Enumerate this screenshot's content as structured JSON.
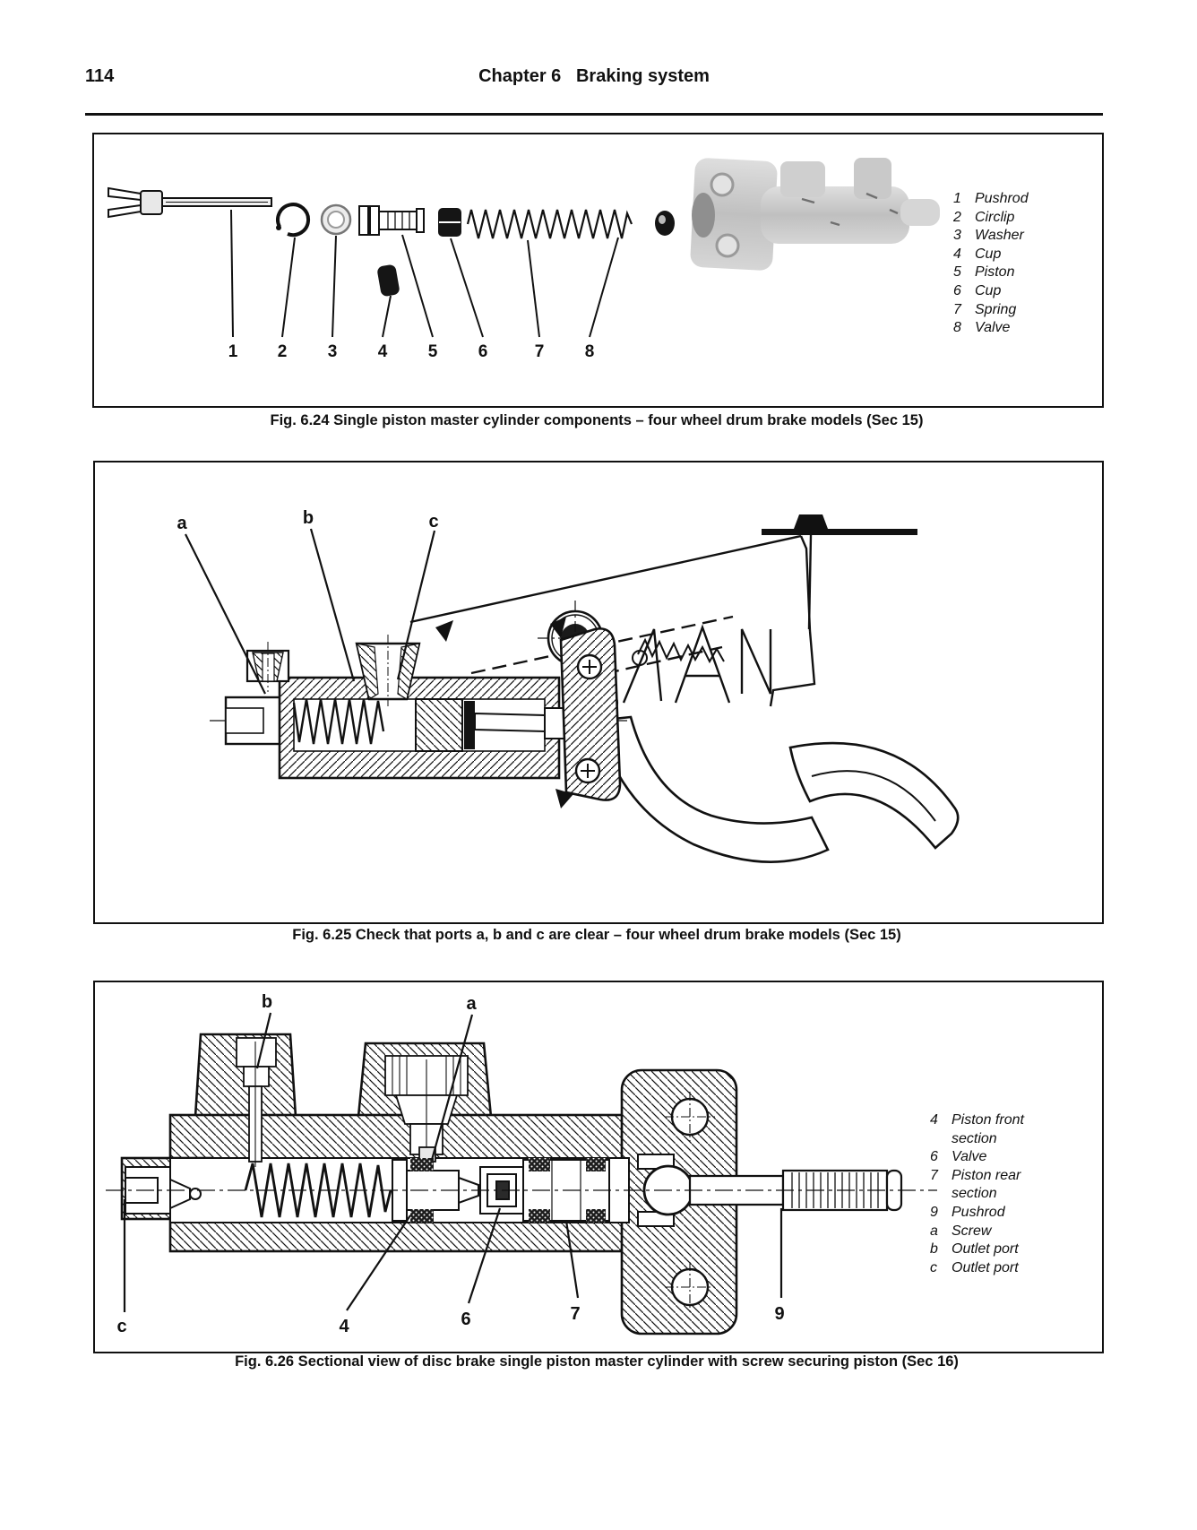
{
  "header": {
    "page_number": "114",
    "chapter_title": "Chapter 6   Braking system"
  },
  "fig_624": {
    "caption": "Fig. 6.24 Single piston master cylinder components – four wheel drum brake models (Sec 15)",
    "callouts": [
      "1",
      "2",
      "3",
      "4",
      "5",
      "6",
      "7",
      "8"
    ],
    "parts_list": [
      {
        "num": "1",
        "label": "Pushrod"
      },
      {
        "num": "2",
        "label": "Circlip"
      },
      {
        "num": "3",
        "label": "Washer"
      },
      {
        "num": "4",
        "label": "Cup"
      },
      {
        "num": "5",
        "label": "Piston"
      },
      {
        "num": "6",
        "label": "Cup"
      },
      {
        "num": "7",
        "label": "Spring"
      },
      {
        "num": "8",
        "label": "Valve"
      }
    ]
  },
  "fig_625": {
    "caption": "Fig. 6.25 Check that ports a, b and c are clear – four wheel drum brake models (Sec 15)",
    "port_labels": [
      "a",
      "b",
      "c"
    ]
  },
  "fig_626": {
    "caption": "Fig. 6.26 Sectional view of disc brake single piston master cylinder with screw securing piston (Sec 16)",
    "top_labels": [
      "b",
      "a"
    ],
    "bottom_callouts": [
      "c",
      "4",
      "6",
      "7",
      "9"
    ],
    "parts_list": [
      {
        "num": "4",
        "label": "Piston front section"
      },
      {
        "num": "6",
        "label": "Valve"
      },
      {
        "num": "7",
        "label": "Piston rear section"
      },
      {
        "num": "9",
        "label": "Pushrod"
      },
      {
        "num": "a",
        "label": "Screw"
      },
      {
        "num": "b",
        "label": "Outlet port"
      },
      {
        "num": "c",
        "label": "Outlet port"
      }
    ]
  }
}
